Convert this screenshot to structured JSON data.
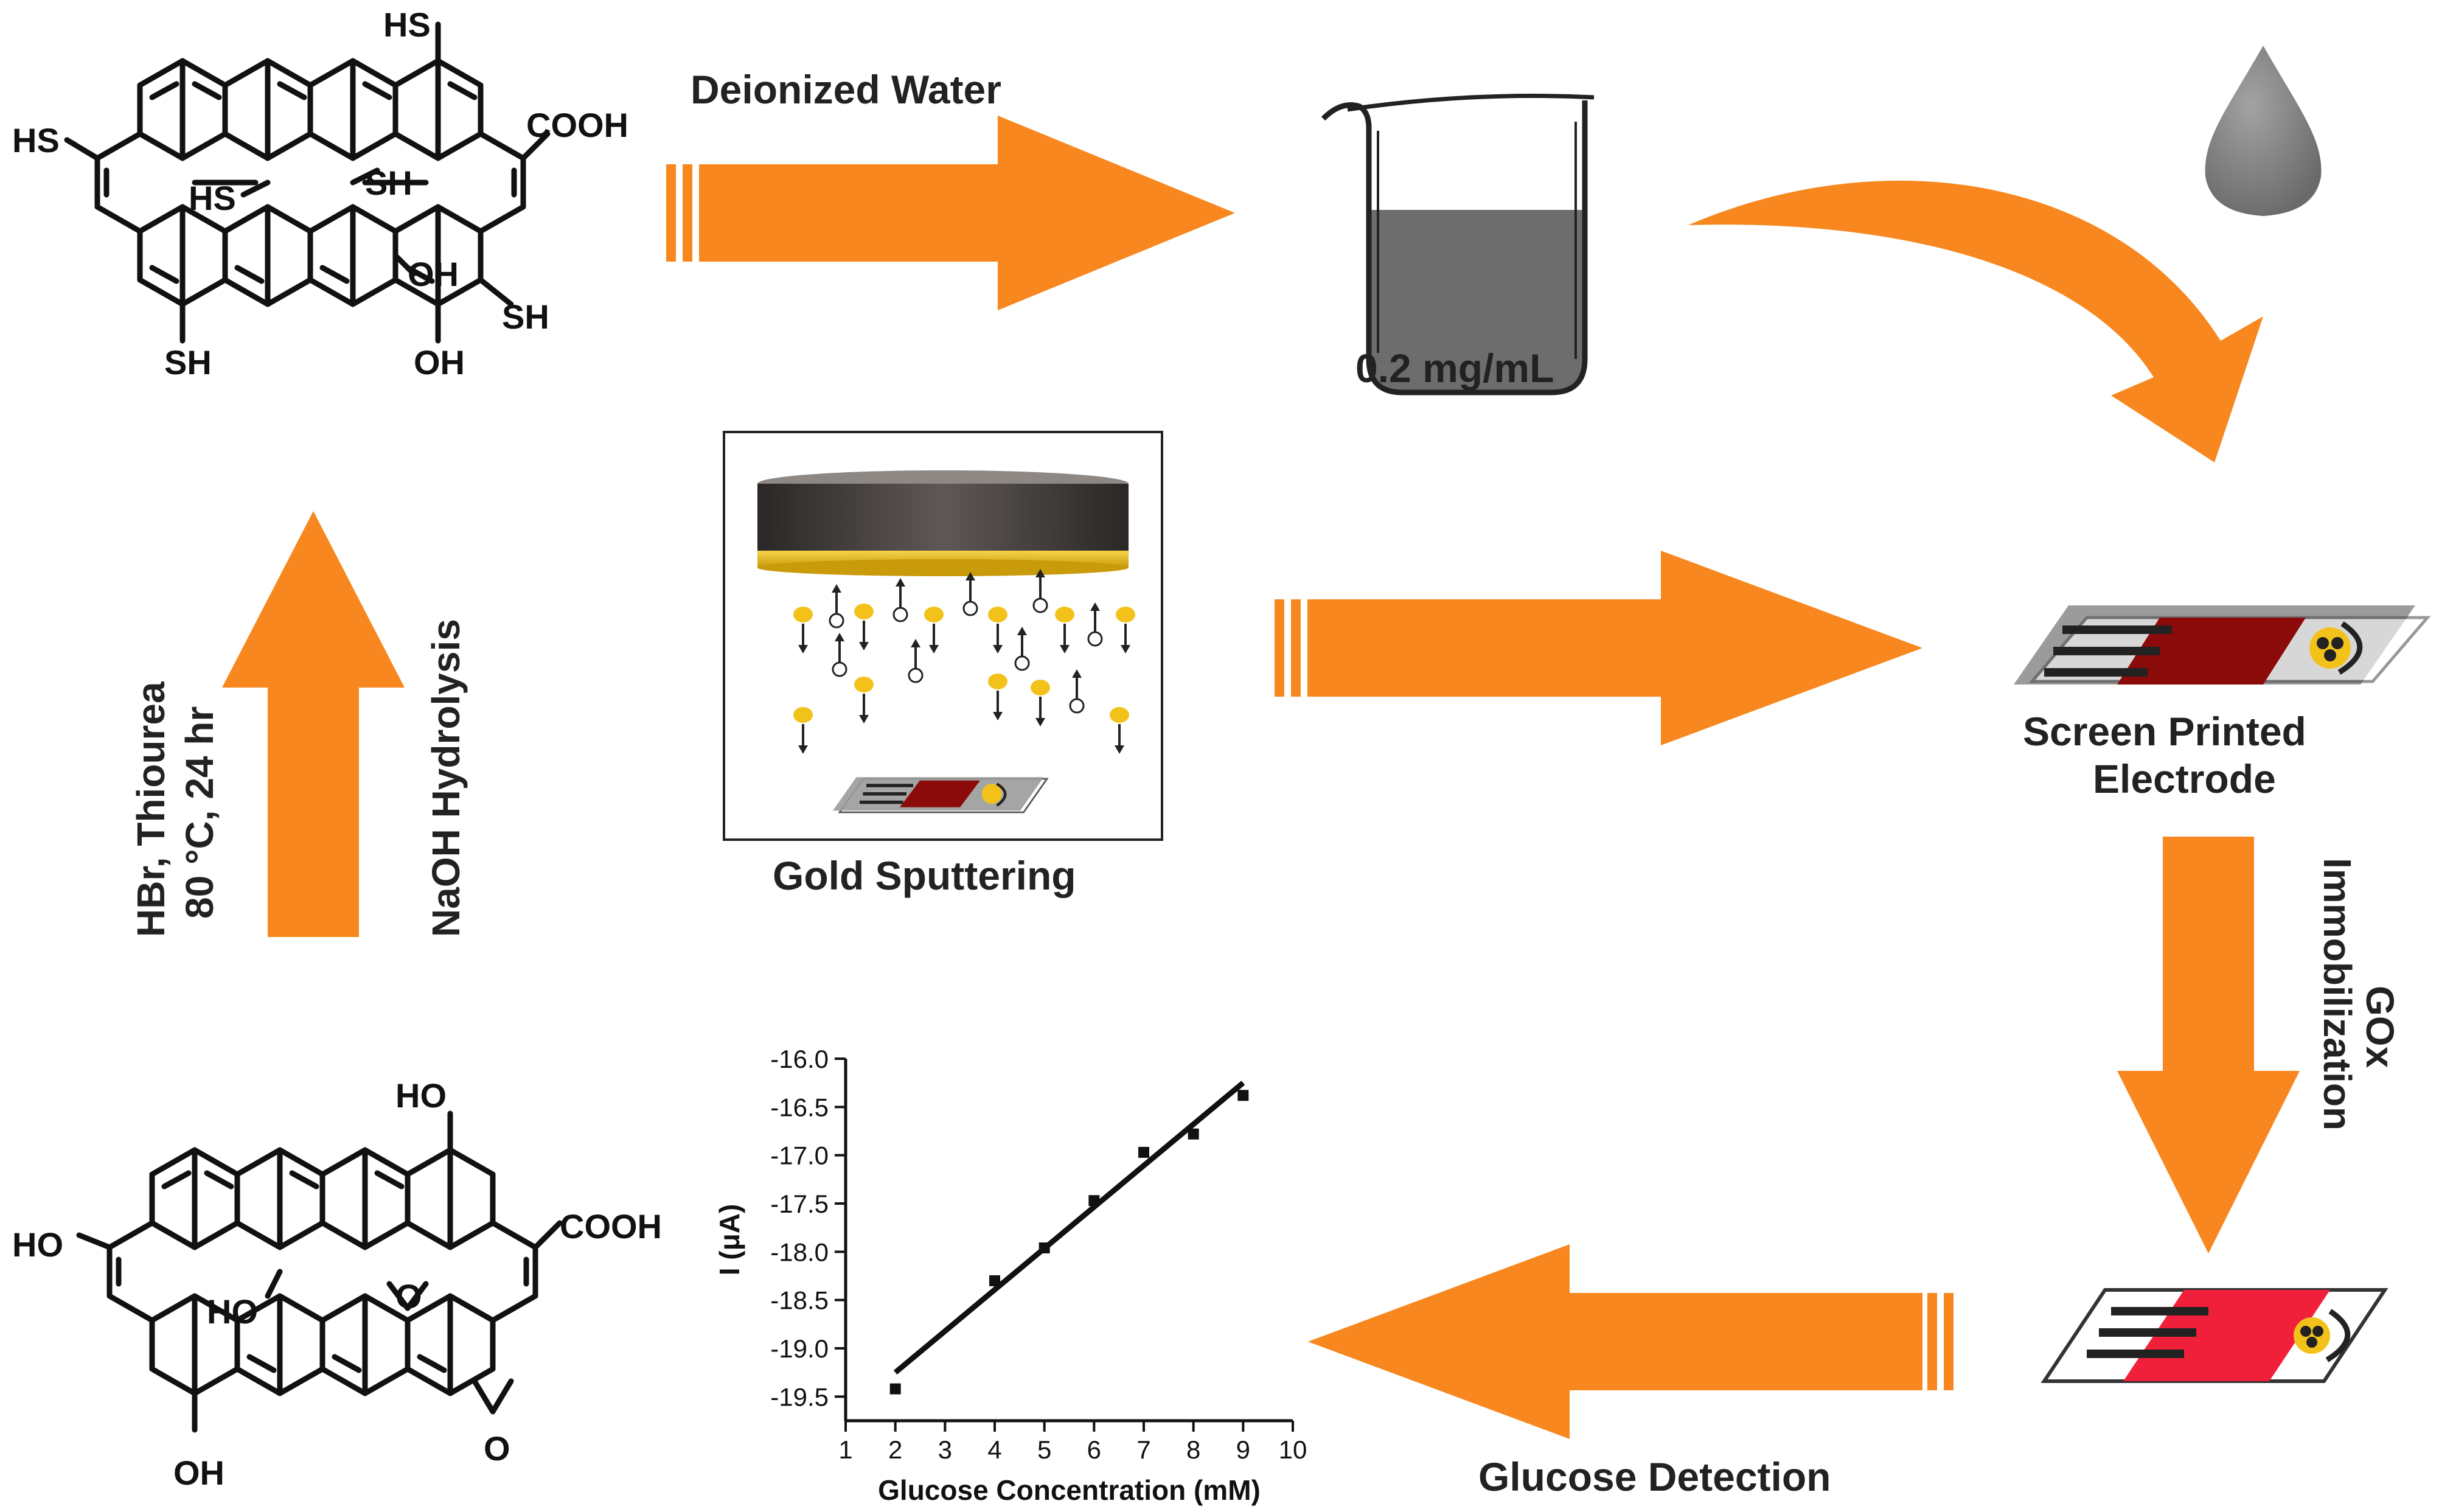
{
  "labels": {
    "deionized_water": "Deionized Water",
    "concentration": "0.2 mg/mL",
    "gold_sputtering": "Gold Sputtering",
    "screen_printed_line1": "Screen Printed",
    "screen_printed_line2": "Electrode",
    "gox_line1": "GOx",
    "gox_line2": "Immobilization",
    "glucose_detection": "Glucose Detection",
    "hbr_line1": "HBr, Thiourea",
    "hbr_line2": "80 °C, 24 hr",
    "naoh": "NaOH Hydrolysis"
  },
  "molecule_top_groups": [
    "HS",
    "HS",
    "HS",
    "SH",
    "COOH",
    "OH",
    "SH",
    "SH",
    "OH"
  ],
  "molecule_bottom_groups": [
    "HO",
    "HO",
    "HO",
    "COOH",
    "O",
    "O",
    "OH"
  ],
  "colors": {
    "arrow": "#f7871e",
    "gold": "#f2c21b",
    "electrode_dark_red": "#8b0a0a",
    "electrode_red": "#f0203a",
    "liquid": "#6d6d6d"
  },
  "chart_data": {
    "type": "scatter",
    "xlabel": "Glucose Concentration (mM)",
    "ylabel": "I (μA)",
    "xlim": [
      1,
      10
    ],
    "ylim": [
      -19.75,
      -16.0
    ],
    "x_ticks": [
      1,
      2,
      3,
      4,
      5,
      6,
      7,
      8,
      9,
      10
    ],
    "y_ticks": [
      -16.0,
      -16.5,
      -17.0,
      -17.5,
      -18.0,
      -18.5,
      -19.0,
      -19.5
    ],
    "points": {
      "x": [
        2,
        4,
        5,
        6,
        7,
        8,
        9
      ],
      "y": [
        -19.42,
        -18.3,
        -17.96,
        -17.47,
        -16.97,
        -16.78,
        -16.38
      ]
    },
    "fit_line": {
      "x": [
        2,
        9
      ],
      "y": [
        -19.25,
        -16.25
      ]
    }
  }
}
